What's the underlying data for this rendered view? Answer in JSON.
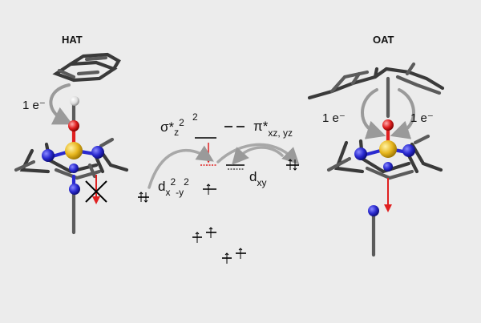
{
  "labels": {
    "hat": "HAT",
    "oat": "OAT",
    "hat_electron": "1 e⁻",
    "oat_electron_left": "1 e⁻",
    "oat_electron_right": "1 e⁻"
  },
  "orbitals": {
    "sigma_star_z2": {
      "base": "σ*",
      "sub": "z",
      "sup": "2",
      "sup2": "2"
    },
    "pi_star": {
      "base": "π*",
      "sub": "xz, yz"
    },
    "dxy": {
      "base": "d",
      "sub": "xy"
    },
    "dx2y2": {
      "base": "d",
      "sub": "x",
      "sup": "2",
      "mid": "-y",
      "sup2": "2"
    }
  },
  "colors": {
    "background": "#ececec",
    "carbon": "#4a4a4a",
    "nitrogen": "#2a2ad0",
    "oxygen": "#e02020",
    "metal": "#e8b820",
    "hydrogen": "#e0e0e0",
    "arrow": "#9a9a9a"
  }
}
